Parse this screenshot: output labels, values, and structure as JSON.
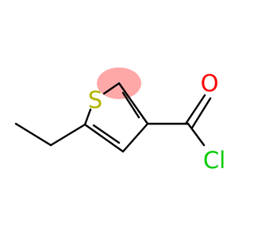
{
  "molecule": {
    "atoms": {
      "sulfur": {
        "symbol": "S",
        "color": "#b3b300"
      },
      "oxygen": {
        "symbol": "O",
        "color": "#ff0000"
      },
      "chlorine": {
        "symbol": "Cl",
        "color": "#00cc00"
      }
    },
    "colors": {
      "bond": "#000000",
      "highlight": "#ff9999"
    }
  }
}
